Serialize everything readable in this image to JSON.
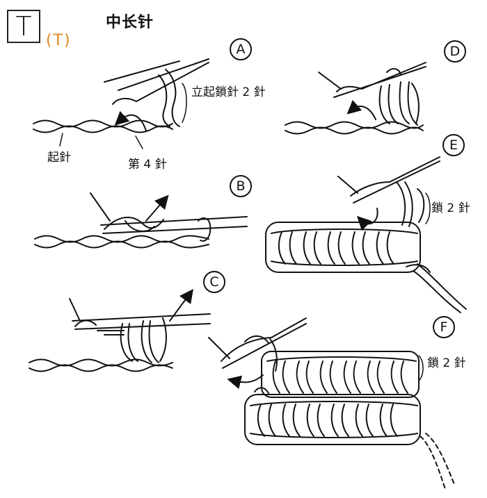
{
  "symbol": "T",
  "symbol_code": "(T)",
  "title": "中长针",
  "steps": [
    "A",
    "B",
    "C",
    "D",
    "E",
    "F"
  ],
  "labels": {
    "tachiagari": "立起鎖針 2 針",
    "okoshime": "起針",
    "fourth": "第 4 針",
    "chain2_e": "鎖 2 針",
    "chain2_f": "鎖 2 針"
  }
}
